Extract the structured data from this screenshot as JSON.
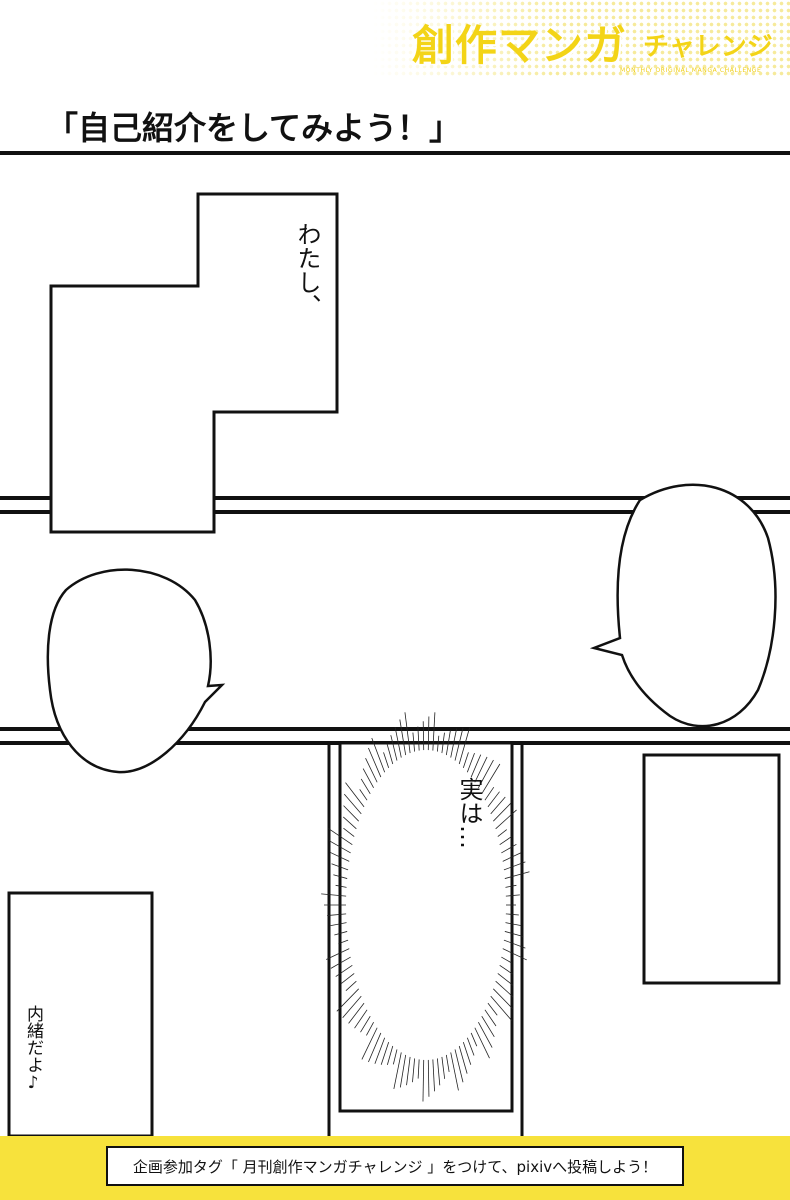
{
  "logo": {
    "main": "創作マンガ",
    "sub": "チャレンジ",
    "tagline": "MONTHLY ORIGINAL MANGA CHALLENGE"
  },
  "page_title": "「自己紹介をしてみよう！」",
  "panels": {
    "panel1_text": "わたし、",
    "panel4_text": "実は…",
    "panel3_text": "内緒だよ♪"
  },
  "footer": {
    "text": "企画参加タグ「 月刊創作マンガチャレンジ 」をつけて、pixivへ投稿しよう！"
  },
  "colors": {
    "accent_yellow": "#f7e23c",
    "logo_yellow": "#f3d417",
    "ink": "#111111"
  }
}
